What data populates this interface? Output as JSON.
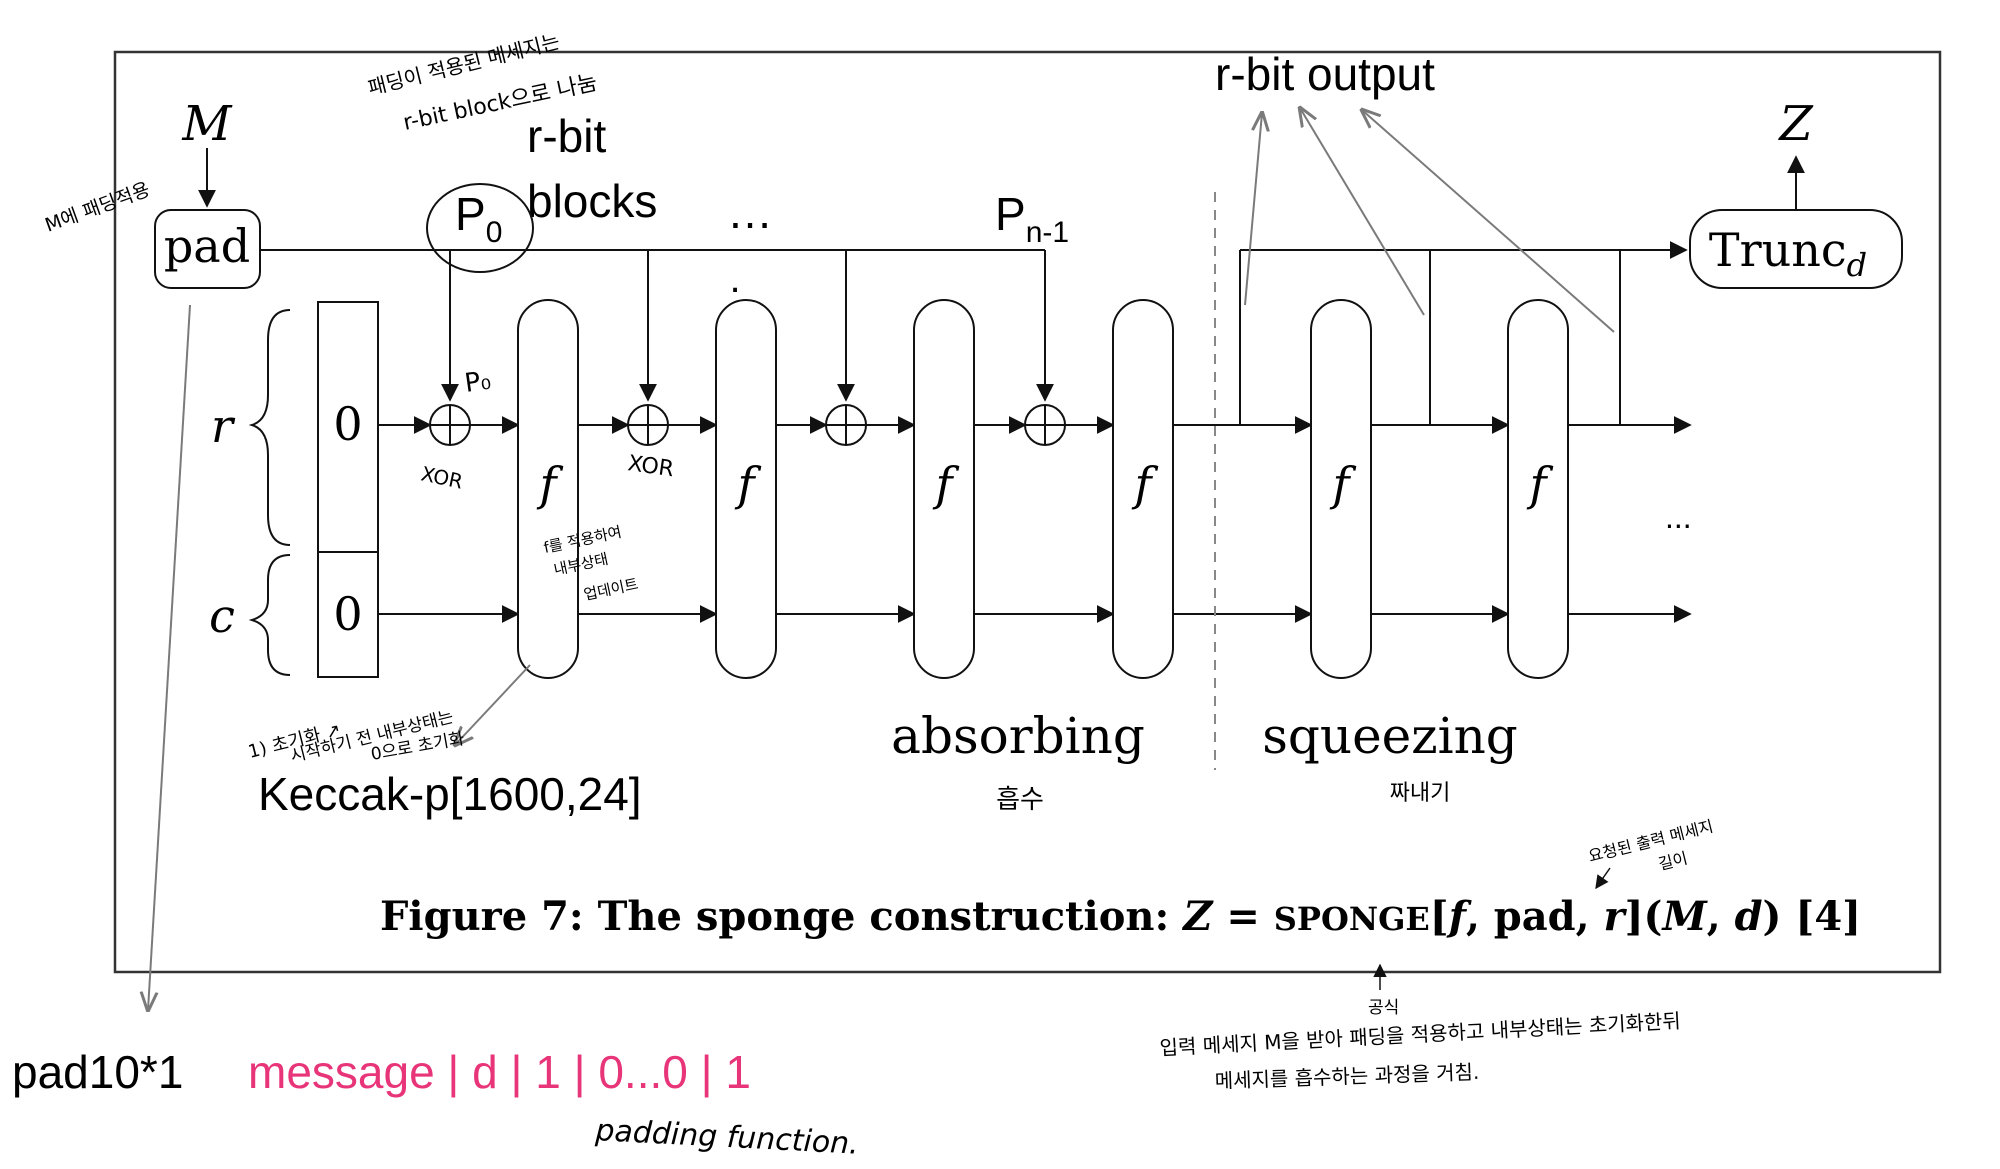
{
  "diagram": {
    "input_label": "M",
    "pad_label": "pad",
    "output_label": "Z",
    "trunc_label": "Trunc",
    "trunc_subscript": "d",
    "r_label": "r",
    "c_label": "c",
    "state_r_value": "0",
    "state_c_value": "0",
    "function_label": "f",
    "rbit_blocks_line1": "r-bit",
    "rbit_blocks_line2": "blocks",
    "p0_label": "P",
    "p0_subscript": "0",
    "pn1_label": "P",
    "pn1_subscript": "n-1",
    "ellipsis_top": "…",
    "ellipsis_dot": ".",
    "ellipsis_right": "...",
    "rbit_output": "r-bit output",
    "absorbing": "absorbing",
    "squeezing": "squeezing",
    "keccak": "Keccak-p[1600,24]",
    "caption_prefix": "Figure 7:  The sponge construction: ",
    "caption_z": "Z",
    "caption_eq": " = ",
    "caption_sponge": "SPONGE",
    "caption_args1": "[",
    "caption_f": "f",
    "caption_args2": ", pad, ",
    "caption_r": "r",
    "caption_args3": "](",
    "caption_m": "M",
    "caption_comma": ", ",
    "caption_d": "d",
    "caption_args4": ") [4]"
  },
  "annotations": {
    "top_note_line1": "패딩이 적용된 메세지는",
    "top_note_line2": "r-bit block으로 나눔",
    "m_note": "M에 패딩적용",
    "p0_small": "P₀",
    "xor1": "XOR",
    "xor2": "XOR",
    "f_note_line1": "f를 적용하여",
    "f_note_line2": "내부상태",
    "f_note_line3": "업데이트",
    "init_note_line1": "1) 초기화 ↗",
    "init_note_line2": "시작하기 전 내부상태는",
    "init_note_line3": "0으로 초기화",
    "absorb_ko": "흡수",
    "squeeze_ko": "짜내기",
    "length_note_line1": "요청된 출력 메세지",
    "length_note_line2": "길이",
    "formula_note": "공식",
    "bottom_note_line1": "입력 메세지 M을 받아  패딩을 적용하고   내부상태는  초기화한뒤",
    "bottom_note_line2": "메세지를 흡수하는 과정을 거침.",
    "pad_formula_name": "pad10*1",
    "pad_formula_value": "message | d | 1 | 0...0 | 1",
    "padding_function": "padding function."
  },
  "colors": {
    "ink": "#111111",
    "frame": "#333333",
    "pink": "#e8357a",
    "arrow_gray": "#7a7a7a"
  }
}
